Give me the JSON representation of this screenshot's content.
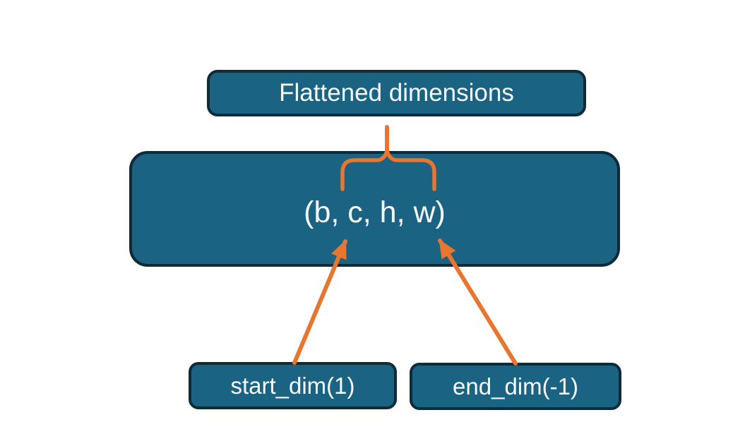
{
  "diagram": {
    "top_box": {
      "label": "Flattened dimensions"
    },
    "main_box": {
      "label": "(b, c, h, w)"
    },
    "bottom_boxes": [
      {
        "label": "start_dim(1)"
      },
      {
        "label": "end_dim(-1)"
      }
    ],
    "colors": {
      "box_fill": "#1a6383",
      "box_border": "#0e2b3a",
      "connector": "#e8762e",
      "text": "#f7fafc",
      "background": "#ffffff"
    }
  }
}
